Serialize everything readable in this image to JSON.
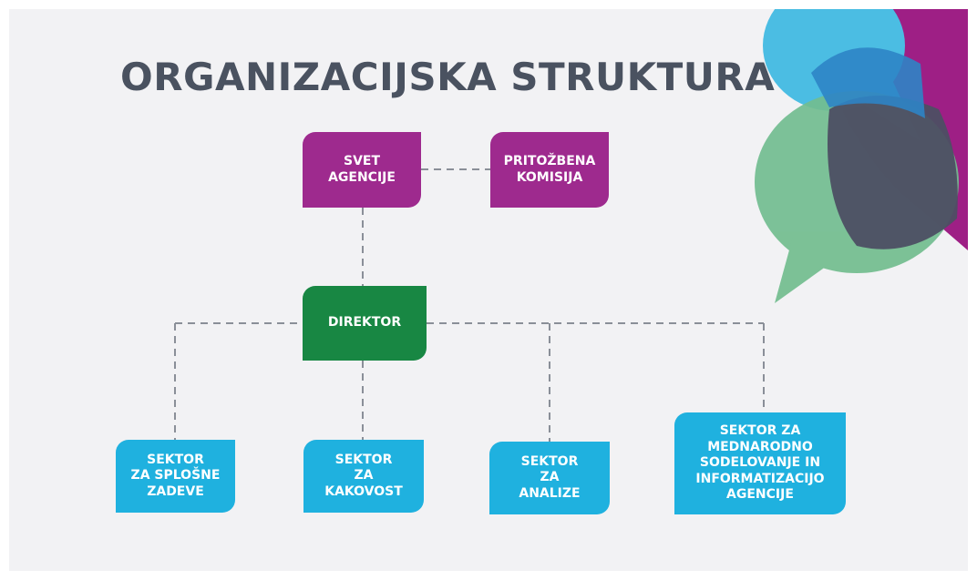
{
  "title": "ORGANIZACIJSKA STRUKTURA",
  "colors": {
    "purple": "#9e2a8e",
    "green": "#188743",
    "blue": "#1fb1df",
    "connector": "#8a8f98",
    "title": "#4a5260"
  },
  "nodes": {
    "svet": "SVET\nAGENCIJE",
    "pritozbena": "PRITOŽBENA\nKOMISIJA",
    "direktor": "DIREKTOR",
    "splosne": "SEKTOR\nZA SPLOŠNE\nZADEVE",
    "kakovost": "SEKTOR\nZA\nKAKOVOST",
    "analize": "SEKTOR\nZA\nANALIZE",
    "mednarodno": "SEKTOR ZA\nMEDNARODNO\nSODELOVANJE IN\nINFORMATIZACIJO\nAGENCIJE"
  }
}
